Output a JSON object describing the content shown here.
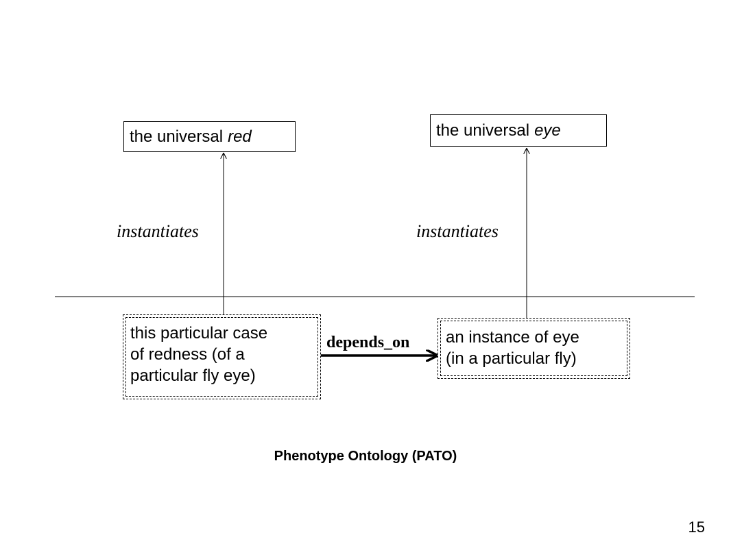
{
  "universals": {
    "red": {
      "prefix": "the universal",
      "term": "red"
    },
    "eye": {
      "prefix": "the universal",
      "term": "eye"
    }
  },
  "instances": {
    "redness": [
      "this particular case",
      "of redness (of a",
      "particular fly eye)"
    ],
    "eye": [
      "an instance of eye",
      "(in a particular fly)"
    ]
  },
  "relations": {
    "instantiates_left": "instantiates",
    "instantiates_right": "instantiates",
    "depends_on": "depends_on"
  },
  "caption": "Phenotype Ontology (PATO)",
  "page_number": "15"
}
